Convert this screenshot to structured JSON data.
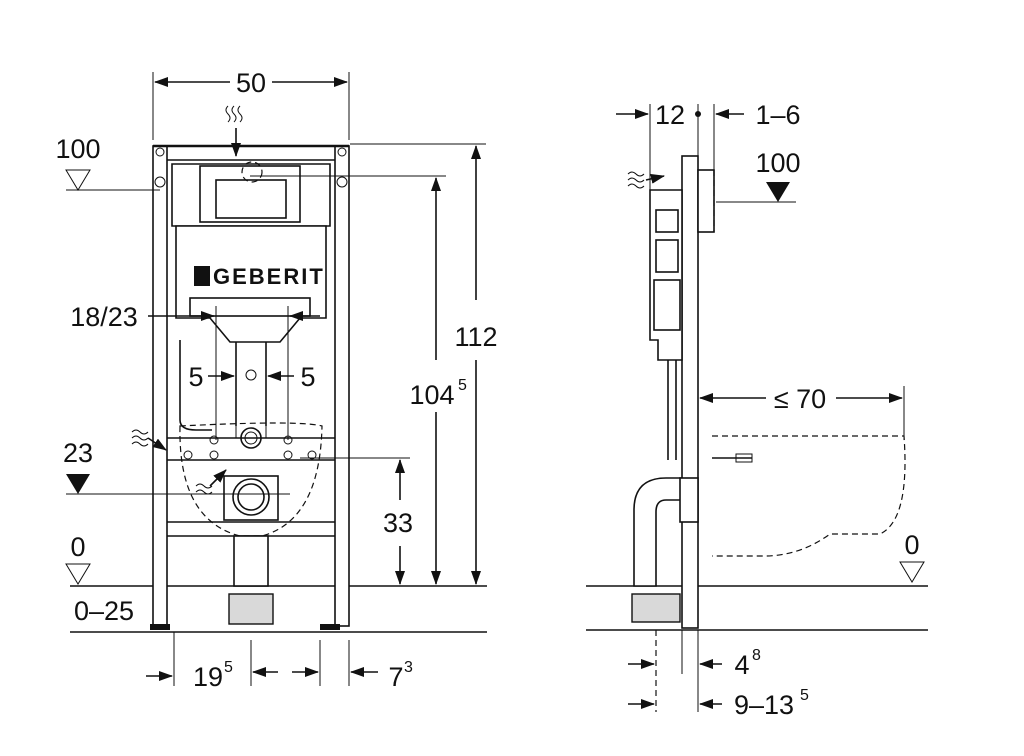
{
  "brand": {
    "name": "GEBERIT"
  },
  "front_view": {
    "width_label": "50",
    "level_100_label": "100",
    "dim_18_23": "18/23",
    "dim_5_left": "5",
    "dim_5_right": "5",
    "level_23_label": "23",
    "level_0_label": "0",
    "range_0_25": "0–25",
    "height_112": "112",
    "height_104_base": "104",
    "height_104_sup": "5",
    "height_33": "33",
    "dim_19_base": "19",
    "dim_19_sup": "5",
    "dim_7_base": "7",
    "dim_7_sup": "3"
  },
  "side_view": {
    "dim_12": "12",
    "dim_1_6": "1–6",
    "level_100_label": "100",
    "dim_le_70": "≤ 70",
    "level_0_label": "0",
    "dim_4_base": "4",
    "dim_4_sup": "8",
    "dim_9_13_base": "9–13",
    "dim_9_13_sup": "5"
  },
  "icons": [
    "water-wave-icon",
    "level-triangle-icon",
    "arrow-icon"
  ]
}
